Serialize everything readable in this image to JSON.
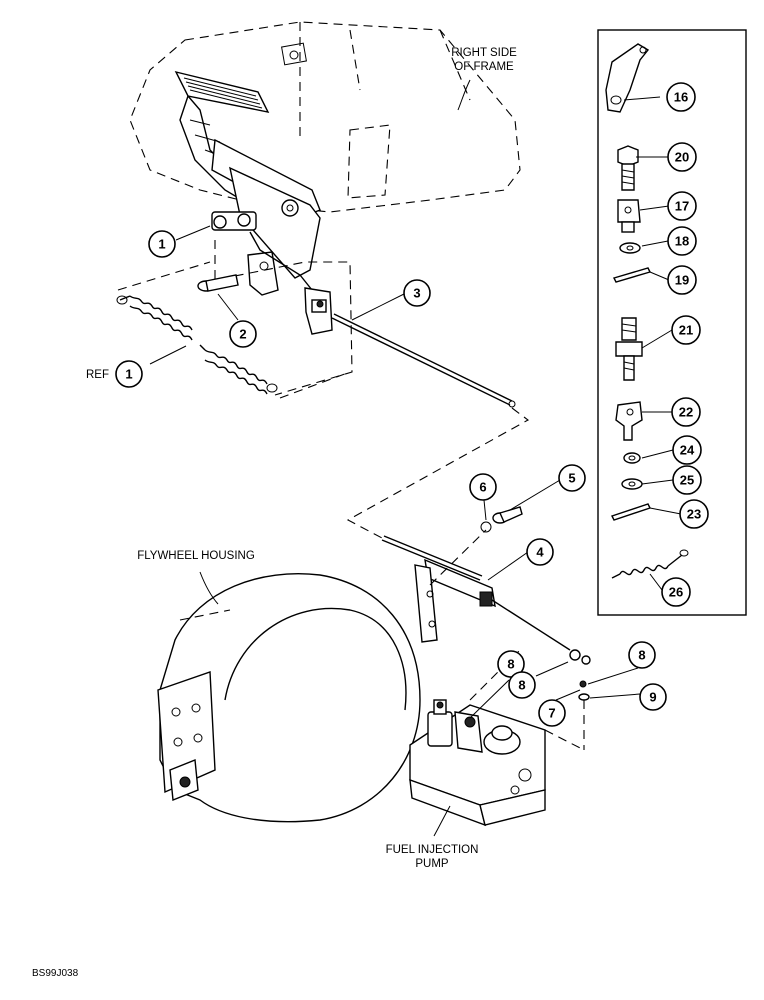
{
  "labels": {
    "right_side_of_frame": [
      "RIGHT SIDE",
      "OF FRAME"
    ],
    "flywheel_housing": "FLYWHEEL HOUSING",
    "fuel_injection_pump": [
      "FUEL INJECTION",
      "PUMP"
    ],
    "ref": "REF"
  },
  "callouts": {
    "c1a": "1",
    "c1b": "1",
    "c2": "2",
    "c3": "3",
    "c4": "4",
    "c5": "5",
    "c6": "6",
    "c7": "7",
    "c8a": "8",
    "c8b": "8",
    "c8c": "8",
    "c9": "9",
    "c16": "16",
    "c20": "20",
    "c17": "17",
    "c18": "18",
    "c19": "19",
    "c21": "21",
    "c22": "22",
    "c24": "24",
    "c25": "25",
    "c23": "23",
    "c26": "26"
  },
  "drawing_code": "BS99J038"
}
